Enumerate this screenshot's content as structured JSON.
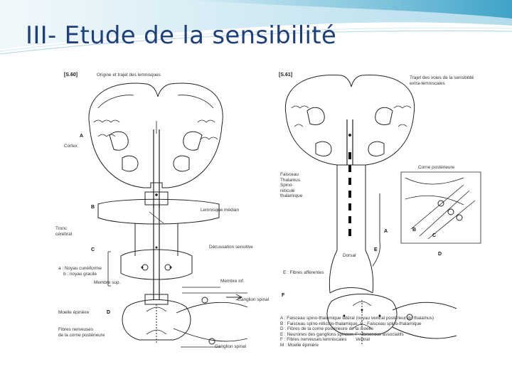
{
  "slide": {
    "title": "III- Etude de la sensibilité"
  },
  "figure_left": {
    "figure_id": "[S.60]",
    "caption_title": "Origine et trajet des lemnisques",
    "labels": {
      "a": "A",
      "a_sub": "Cortex",
      "b": "B",
      "b_side": "Lemnisque médian",
      "tronc": "Tronc\ncérébral",
      "c": "C",
      "c_side": "Décussation sensitive",
      "a_legend": "a : Noyau cunéiforme\n    b : noyau gracile",
      "membre_sup": "Membre sup.",
      "membre_inf": "Membre inf.",
      "ganglion_top": "Ganglion spinal",
      "moelle": "Moelle épinière",
      "d": "D",
      "fibres": "Fibres nerveuses\nde la corne postérieure",
      "ganglion_bottom": "Ganglion spinal"
    }
  },
  "figure_right": {
    "figure_id": "[S.61]",
    "caption_title": "Trajet des voies de la sensibilité\nextra-lemniscales",
    "labels": {
      "left_list": "Faisceau\nThalamus\nSpino-\nréticulé\nthalamique",
      "inset": "Corne postérieure",
      "dorsal": "Dorsal",
      "ventral": "Ventral",
      "a": "A",
      "b": "B",
      "c": "C",
      "d": "D",
      "e": "E",
      "e_note": "E : Fibres afférentes",
      "f": "F",
      "legend": "A : Faisceau spino-thalamique latéral (noyau ventral postérieur du thalamus)\nB : Faisceau spino-réticulo-thalamique, C : Faisceau spino-thalamique\nD : Fibres de la corne postérieure de la moelle\nE : Neurones des ganglions spinaux, F : faisceaux associatifs\nF : Fibres nerveuses lemniscales\nM : Moelle épinière"
    }
  }
}
